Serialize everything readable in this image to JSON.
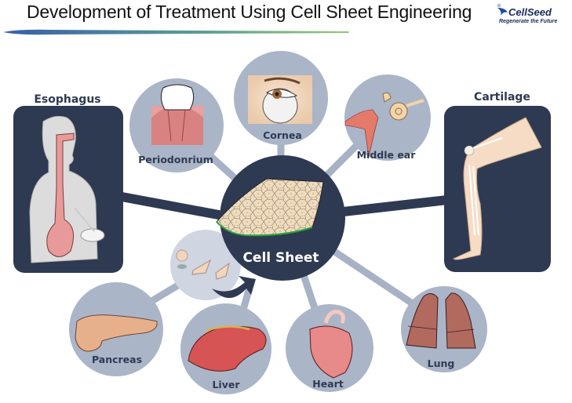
{
  "header": {
    "title": "Development of Treatment Using Cell Sheet Engineering",
    "logo_name": "CellSeed",
    "logo_tagline": "Regenerate the Future"
  },
  "colors": {
    "navy": "#2e3a52",
    "node_fill": "#aab5c8",
    "connector_light": "#a7b2c6",
    "connector_dark": "#2e3a52",
    "label_color": "#2e3a52",
    "title_gradient_start": "#3a5fa8",
    "title_gradient_end": "#7fc16a"
  },
  "diagram": {
    "center": {
      "label": "Cell Sheet"
    },
    "boxes": [
      {
        "id": "esophagus",
        "label": "Esophagus"
      },
      {
        "id": "cartilage",
        "label": "Cartilage"
      }
    ],
    "nodes": [
      {
        "id": "periodontium",
        "label": "Periodonrium"
      },
      {
        "id": "cornea",
        "label": "Cornea"
      },
      {
        "id": "middle-ear",
        "label": "Middle ear"
      },
      {
        "id": "pancreas",
        "label": "Pancreas"
      },
      {
        "id": "liver",
        "label": "Liver"
      },
      {
        "id": "heart",
        "label": "Heart"
      },
      {
        "id": "lung",
        "label": "Lung"
      }
    ]
  }
}
